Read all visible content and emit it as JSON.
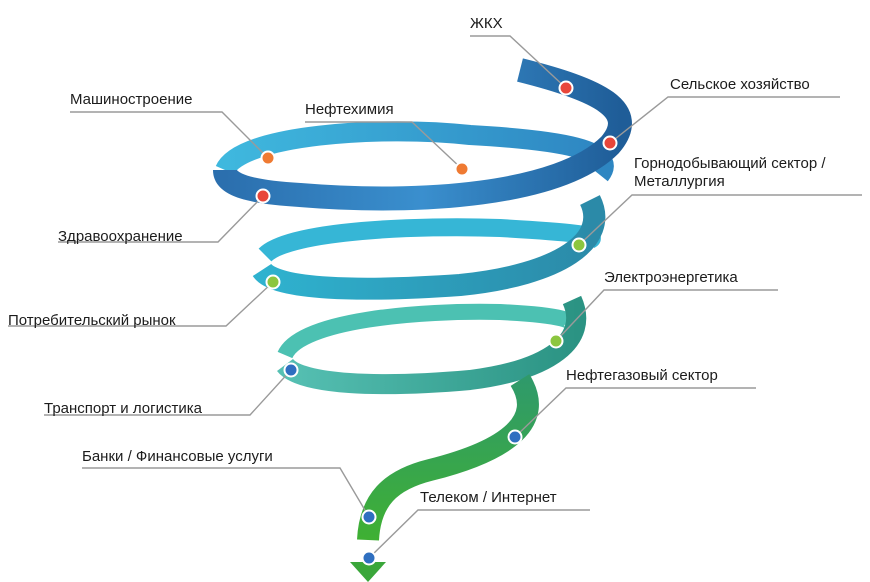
{
  "labels": {
    "zhkh": "ЖКХ",
    "agri": "Сельское хозяйство",
    "mashin": "Машиностроение",
    "neftekhim": "Нефтехимия",
    "mining_line1": "Горнодобывающий сектор /",
    "mining_line2": "Металлургия",
    "health": "Здравоохранение",
    "energy": "Электроэнергетика",
    "consumer": "Потребительский рынок",
    "oilgas": "Нефтегазовый сектор",
    "transport": "Транспорт и логистика",
    "banks": "Банки / Финансовые услуги",
    "telecom": "Телеком / Интернет"
  },
  "colors": {
    "top_band": "#2a73b3",
    "mid_band": "#2fb0c9",
    "low_band": "#3aa99a",
    "bottom_band": "#3aa63a",
    "leader": "#9a9a9a",
    "dot_red": "#e8463a",
    "dot_orange": "#ef7a32",
    "dot_green": "#8cc63f",
    "dot_blue": "#2f6fc0"
  }
}
